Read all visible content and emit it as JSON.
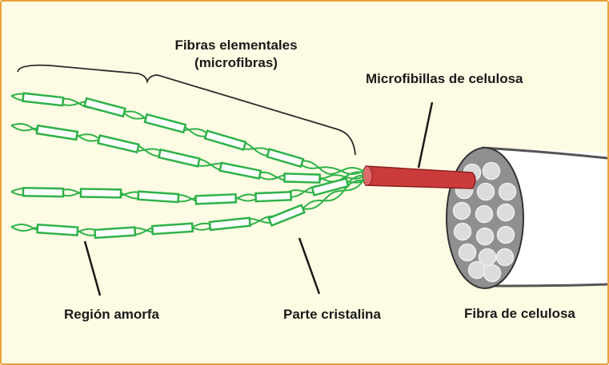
{
  "diagram": {
    "labels": {
      "fibras_elementales_line1": "Fibras elementales",
      "fibras_elementales_line2": "(microfibras)",
      "microfibrillas": "Microfibillas de celulosa",
      "region_amorfa": "Región amorfa",
      "parte_cristalina": "Parte cristalina",
      "fibra_celulosa": "Fibra de celulosa"
    },
    "colors": {
      "background": "#fdfbe3",
      "frame": "#e8a33a",
      "strand_green": "#2fb24a",
      "microfibril_red": "#cc3b3b",
      "fiber_gray": "#8f8f8f",
      "circle_fill": "#dcdcdc"
    }
  }
}
